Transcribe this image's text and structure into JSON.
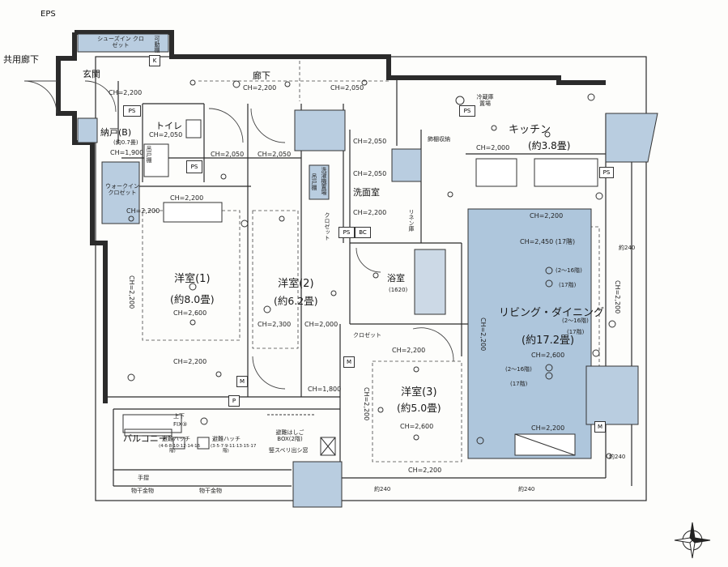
{
  "labels": {
    "eps": "EPS",
    "corridor_shared": "共用廊下",
    "entrance": "玄関",
    "hallway": "廊下",
    "toilet": "トイレ",
    "storage_b": "納戸(B)",
    "storage_b_size": "(約0.7畳)",
    "shoes_closet": "シューズイン クロゼット",
    "movable_shelf": "可動棚",
    "walkin_closet": "ウォークイン クロゼット",
    "kitchen": "キッチン",
    "kitchen_size": "(約3.8畳)",
    "fridge": "冷蔵庫置場",
    "shelving": "飾棚収納",
    "washroom": "洗面室",
    "washer": "洗濯機置場",
    "hanging_shelf": "吊戸棚",
    "closet": "クロゼット",
    "linen": "リネン庫",
    "bath": "浴室",
    "bath_size": "(1620)",
    "room1": "洋室(1)",
    "room1_size": "(約8.0畳)",
    "room2": "洋室(2)",
    "room2_size": "(約6.2畳)",
    "room3": "洋室(3)",
    "room3_size": "(約5.0畳)",
    "living": "リビング・ダイニング",
    "living_size": "(約17.2畳)",
    "balcony": "バルコニー",
    "up_down": "上下",
    "fix": "FIX③",
    "hatch1": "避難ハッチ",
    "hatch1_floors": "(4·6·8·10·12·14·16階)",
    "hatch2": "避難ハッチ",
    "hatch2_floors": "(3·5·7·9·11·13·15·17階)",
    "ladder_box": "避難はしご BOX(2階)",
    "slide_exit": "竪スベリ出シ窓",
    "handrail": "手摺",
    "dryer1": "物干金物",
    "dryer2": "物干金物",
    "approx240_a": "約240",
    "approx240_b": "約240",
    "approx240_c": "約240",
    "approx240_d": "約240",
    "ps": "PS",
    "bc": "BC",
    "k": "K",
    "m": "M",
    "p": "P",
    "floors_2_16": "(2〜16階)",
    "floors_17": "(17階)"
  },
  "ceilings": {
    "ch2200": "CH=2,200",
    "ch2050": "CH=2,050",
    "ch1900": "CH=1,900",
    "ch2000": "CH=2,000",
    "ch2600": "CH=2,600",
    "ch2300": "CH=2,300",
    "ch1800": "CH=1,800",
    "ch2450": "CH=2,450 (17階)"
  },
  "colors": {
    "fixture_blue": "#b9cde0",
    "living_blue": "#aec6dc",
    "wall": "#2b2b2b"
  }
}
